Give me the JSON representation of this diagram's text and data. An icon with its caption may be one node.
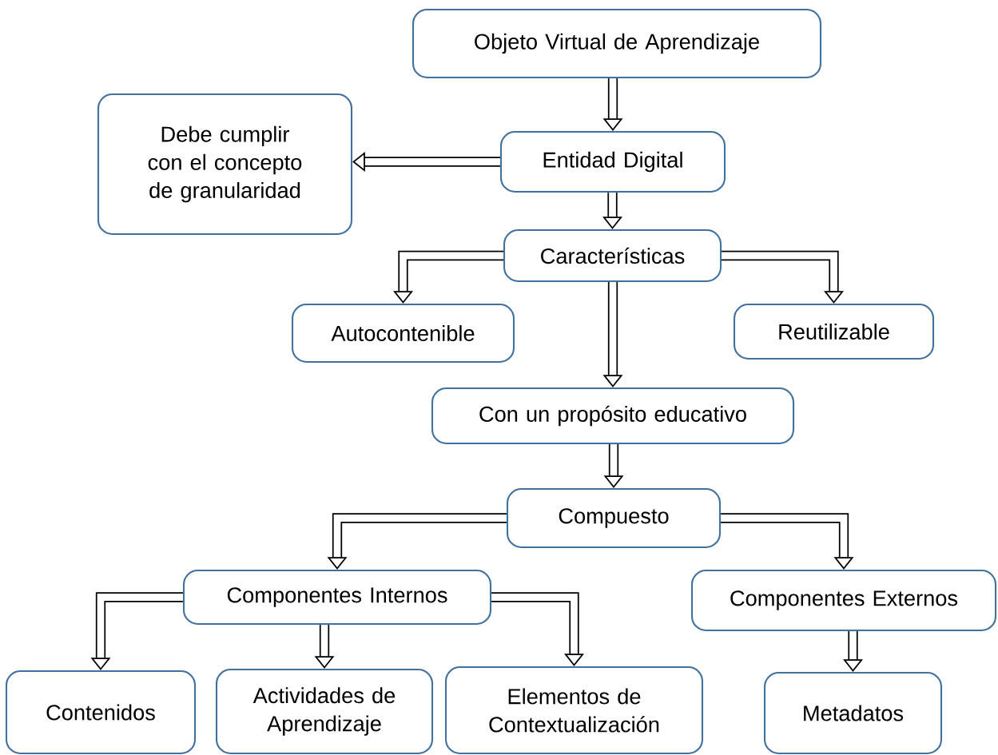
{
  "diagram": {
    "nodes": [
      {
        "text": [
          "Objeto Virtual de Aprendizaje"
        ]
      },
      {
        "text": [
          "Debe cumplir con el concepto de granularidad"
        ]
      },
      {
        "text": [
          "Entidad Digital"
        ]
      },
      {
        "text": [
          "Características"
        ]
      },
      {
        "text": [
          "Autocontenible"
        ]
      },
      {
        "text": [
          "Reutilizable"
        ]
      },
      {
        "text": [
          "Con un propósito educativo"
        ]
      },
      {
        "text": [
          "Compuesto"
        ]
      },
      {
        "text": [
          "Componentes Internos"
        ]
      },
      {
        "text": [
          "Componentes Externos"
        ]
      },
      {
        "text": [
          "Contenidos"
        ]
      },
      {
        "text": [
          "Actividades de Aprendizaje"
        ]
      },
      {
        "text": [
          "Elementos de Contextualización"
        ]
      },
      {
        "text": [
          "Metadatos"
        ]
      }
    ],
    "edges": [
      {
        "from": 0,
        "to": 2,
        "arrow": "to"
      },
      {
        "from": 2,
        "to": 1,
        "arrow": "to"
      },
      {
        "from": 2,
        "to": 3,
        "arrow": "to"
      },
      {
        "from": 3,
        "to": 4,
        "arrow": "to"
      },
      {
        "from": 3,
        "to": 5,
        "arrow": "to"
      },
      {
        "from": 3,
        "to": 6,
        "arrow": "to"
      },
      {
        "from": 6,
        "to": 7,
        "arrow": "to"
      },
      {
        "from": 7,
        "to": 8,
        "arrow": "to"
      },
      {
        "from": 7,
        "to": 9,
        "arrow": "to"
      },
      {
        "from": 8,
        "to": 10,
        "arrow": "to"
      },
      {
        "from": 8,
        "to": 11,
        "arrow": "to"
      },
      {
        "from": 8,
        "to": 12,
        "arrow": "to"
      },
      {
        "from": 9,
        "to": 13,
        "arrow": "to"
      }
    ]
  }
}
